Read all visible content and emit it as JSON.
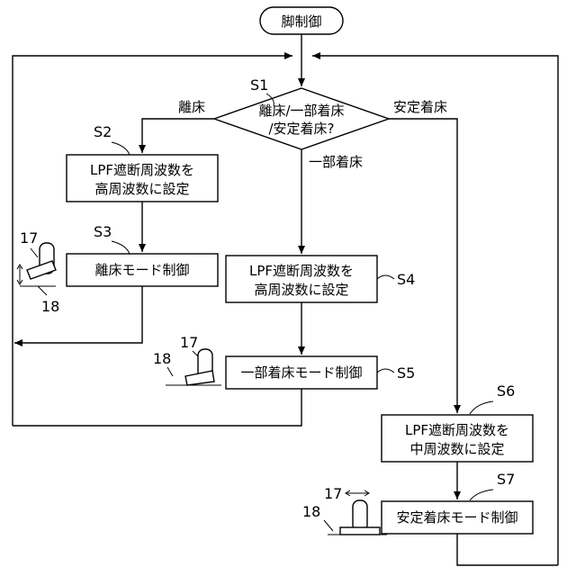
{
  "start": {
    "label": "脚制御"
  },
  "decision": {
    "step": "S1",
    "line1": "離床/一部着床",
    "line2": "/安定着床?",
    "branch_left": "離床",
    "branch_down": "一部着床",
    "branch_right": "安定着床"
  },
  "steps": {
    "s2": {
      "step": "S2",
      "line1": "LPF遮断周波数を",
      "line2": "高周波数に設定"
    },
    "s3": {
      "step": "S3",
      "line1": "離床モード制御"
    },
    "s4": {
      "step": "S4",
      "line1": "LPF遮断周波数を",
      "line2": "高周波数に設定"
    },
    "s5": {
      "step": "S5",
      "line1": "一部着床モード制御"
    },
    "s6": {
      "step": "S6",
      "line1": "LPF遮断周波数を",
      "line2": "中周波数に設定"
    },
    "s7": {
      "step": "S7",
      "line1": "安定着床モード制御"
    }
  },
  "figure_refs": {
    "foot": "17",
    "floor": "18"
  }
}
